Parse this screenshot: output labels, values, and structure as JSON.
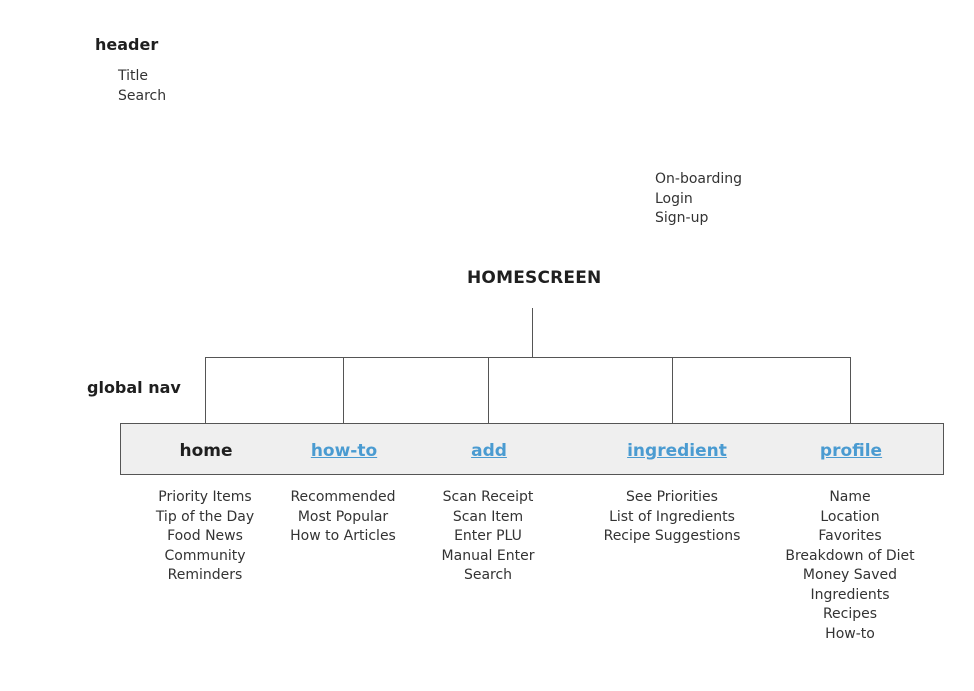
{
  "header": {
    "label": "header",
    "items": [
      "Title",
      "Search"
    ]
  },
  "onboarding": {
    "items": [
      "On-boarding",
      "Login",
      "Sign-up"
    ]
  },
  "root": {
    "label": "HOMESCREEN"
  },
  "global_nav": {
    "label": "global nav",
    "items": [
      {
        "label": "home",
        "is_link": false,
        "children": [
          "Priority Items",
          "Tip of the Day",
          "Food News",
          "Community",
          "Reminders"
        ]
      },
      {
        "label": "how-to",
        "is_link": true,
        "children": [
          "Recommended",
          "Most Popular",
          "How to Articles"
        ]
      },
      {
        "label": "add",
        "is_link": true,
        "children": [
          "Scan Receipt",
          "Scan Item",
          "Enter PLU",
          "Manual Enter",
          "Search"
        ]
      },
      {
        "label": "ingredient",
        "is_link": true,
        "children": [
          "See Priorities",
          "List of Ingredients",
          "Recipe Suggestions"
        ]
      },
      {
        "label": "profile",
        "is_link": true,
        "children": [
          "Name",
          "Location",
          "Favorites",
          "Breakdown of Diet",
          "Money Saved",
          "Ingredients",
          "Recipes",
          "How-to"
        ]
      }
    ]
  },
  "colors": {
    "link": "#4a9bd1",
    "nav_background": "#efefef",
    "line": "#555555"
  }
}
